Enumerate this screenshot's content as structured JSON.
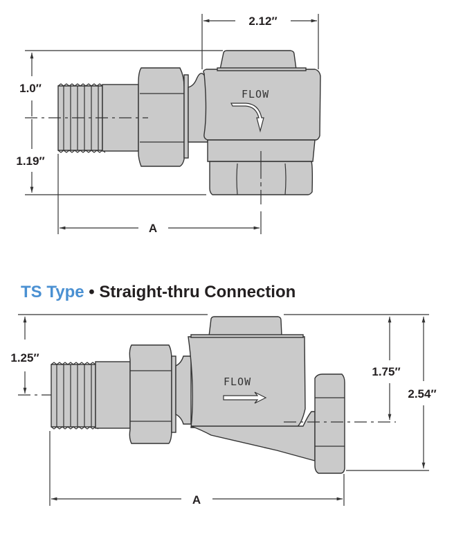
{
  "angle_diagram": {
    "dim_width": "2.12″",
    "dim_top": "1.0″",
    "dim_bottom": "1.19″",
    "dim_length": "A",
    "flow_label": "FLOW"
  },
  "section_title": {
    "type": "TS Type",
    "separator": "•",
    "connection": "Straight-thru Connection"
  },
  "straight_diagram": {
    "dim_left": "1.25″",
    "dim_center": "1.75″",
    "dim_overall": "2.54″",
    "dim_length": "A",
    "flow_label": "FLOW"
  },
  "colors": {
    "accent": "#4a90d2",
    "text": "#231f20",
    "part_fill": "#cacaca"
  }
}
